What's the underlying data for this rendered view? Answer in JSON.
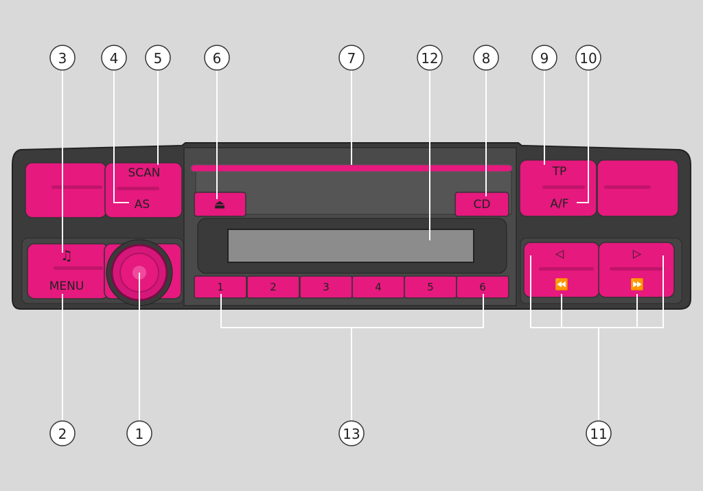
{
  "colors": {
    "background": "#d9d9d9",
    "button": "#e5197e",
    "button_light": "#f04a9c",
    "housing": "#4a4a4a",
    "bezel": "#2e2e2e",
    "display": "#8c8c8c"
  },
  "buttons": {
    "scan": "SCAN",
    "as": "AS",
    "menu": "MENU",
    "music_symbol": "♫",
    "eject_symbol": "⏏",
    "cd": "CD",
    "tp": "TP",
    "af": "A/F",
    "presets": [
      "1",
      "2",
      "3",
      "4",
      "5",
      "6"
    ],
    "seek_left": "◁",
    "seek_right": "▷",
    "rewind": "⏪",
    "fast_forward": "⏩"
  },
  "callouts": [
    "1",
    "2",
    "3",
    "4",
    "5",
    "6",
    "7",
    "8",
    "9",
    "10",
    "11",
    "12",
    "13"
  ]
}
